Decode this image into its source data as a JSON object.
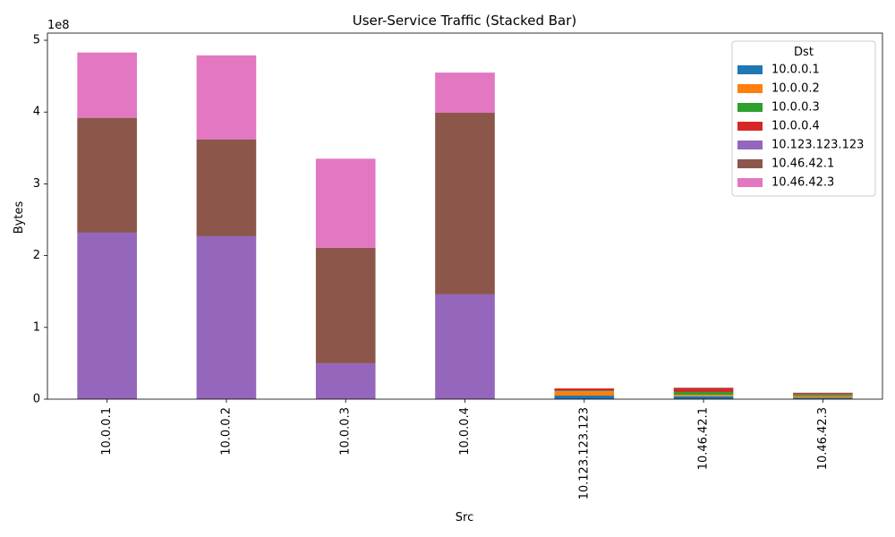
{
  "chart_data": {
    "type": "bar",
    "stacked": true,
    "title": "User-Service Traffic (Stacked Bar)",
    "xlabel": "Src",
    "ylabel": "Bytes",
    "y_offset_text": "1e8",
    "y_scale": 100000000,
    "ylim": [
      0,
      5.1
    ],
    "yticks": [
      0,
      1,
      2,
      3,
      4,
      5
    ],
    "categories": [
      "10.0.0.1",
      "10.0.0.2",
      "10.0.0.3",
      "10.0.0.4",
      "10.123.123.123",
      "10.46.42.1",
      "10.46.42.3"
    ],
    "legend_title": "Dst",
    "legend_position": "top-right",
    "series": [
      {
        "name": "10.0.0.1",
        "color": "#1f77b4",
        "values": [
          0,
          0,
          0,
          0,
          0.05,
          0.04,
          0.02
        ]
      },
      {
        "name": "10.0.0.2",
        "color": "#ff7f0e",
        "values": [
          0,
          0,
          0,
          0,
          0.06,
          0.02,
          0.02
        ]
      },
      {
        "name": "10.0.0.3",
        "color": "#2ca02c",
        "values": [
          0,
          0,
          0,
          0,
          0.01,
          0.04,
          0.02
        ]
      },
      {
        "name": "10.0.0.4",
        "color": "#d62728",
        "values": [
          0,
          0,
          0,
          0,
          0.03,
          0.05,
          0.01
        ]
      },
      {
        "name": "10.123.123.123",
        "color": "#9467bd",
        "values": [
          2.32,
          2.27,
          0.5,
          1.46,
          0,
          0,
          0
        ]
      },
      {
        "name": "10.46.42.1",
        "color": "#8c564b",
        "values": [
          1.6,
          1.35,
          1.61,
          2.53,
          0,
          0.01,
          0.02
        ]
      },
      {
        "name": "10.46.42.3",
        "color": "#e377c2",
        "values": [
          0.91,
          1.17,
          1.24,
          0.56,
          0,
          0,
          0
        ]
      }
    ]
  }
}
